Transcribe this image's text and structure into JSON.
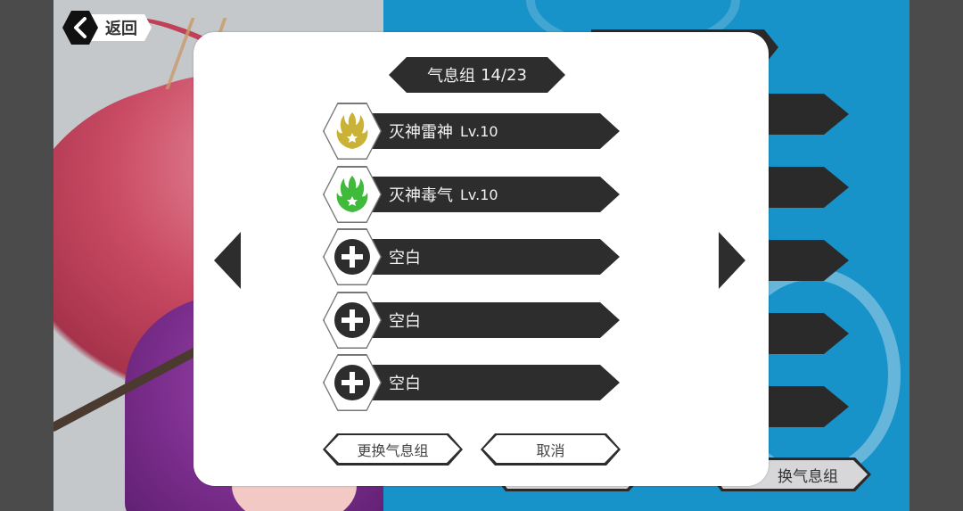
{
  "back_button": {
    "label": "返回",
    "icon": "chevron-left-icon"
  },
  "modal": {
    "title": {
      "label": "气息组",
      "counter": "14/23",
      "current": 14,
      "total": 23
    },
    "slots": [
      {
        "state": "filled",
        "name": "灭神雷神",
        "level": "Lv.10",
        "icon": "yellow-flame-emblem-icon",
        "color": "#c9b236"
      },
      {
        "state": "filled",
        "name": "灭神毒气",
        "level": "Lv.10",
        "icon": "green-flame-emblem-icon",
        "color": "#3fba3a"
      },
      {
        "state": "empty",
        "name": "空白",
        "icon": "plus-icon"
      },
      {
        "state": "empty",
        "name": "空白",
        "icon": "plus-icon"
      },
      {
        "state": "empty",
        "name": "空白",
        "icon": "plus-icon"
      }
    ],
    "nav": {
      "prev_icon": "triangle-left-icon",
      "next_icon": "triangle-right-icon"
    },
    "buttons": {
      "confirm": "更换气息组",
      "cancel": "取消"
    }
  },
  "background": {
    "partial_button_label": "换气息组",
    "colors": {
      "blue_panel": "#1793c9",
      "dark": "#2d2d2d",
      "art_bg": "#c4c8cb"
    }
  }
}
